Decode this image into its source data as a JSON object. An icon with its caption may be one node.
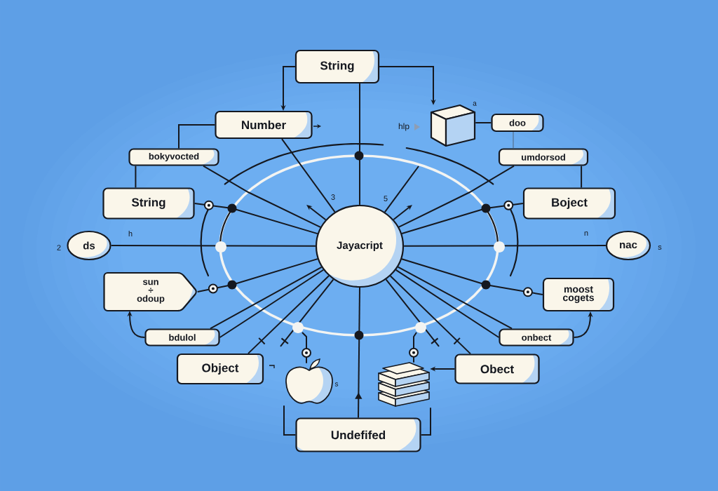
{
  "diagram": {
    "nodes": [
      {
        "text": [
          "String"
        ]
      },
      {
        "text": [
          "Number"
        ]
      },
      {
        "text": [],
        "shape": "cube"
      },
      {
        "text": [
          "doo"
        ]
      },
      {
        "text": [
          "bokyvocted"
        ]
      },
      {
        "text": [
          "umdorsod"
        ]
      },
      {
        "text": [
          "String"
        ]
      },
      {
        "text": [
          "Boject"
        ]
      },
      {
        "text": [
          "ds"
        ]
      },
      {
        "text": [
          "Jayacript"
        ]
      },
      {
        "text": [
          "nac"
        ]
      },
      {
        "text": [
          "sun ÷ odoup"
        ]
      },
      {
        "text": [
          "moost cogets"
        ]
      },
      {
        "text": [
          "bdulol"
        ]
      },
      {
        "text": [
          "onbect"
        ]
      },
      {
        "text": [
          "Object"
        ]
      },
      {
        "text": [],
        "shape": "picture"
      },
      {
        "text": [],
        "shape": "picture"
      },
      {
        "text": [
          "Obect"
        ]
      },
      {
        "text": [
          "Undefifed"
        ]
      }
    ],
    "edges": [
      {
        "from": 0,
        "to": 1,
        "arrow": "to"
      },
      {
        "from": 0,
        "to": 2,
        "arrow": "to"
      },
      {
        "from": 0,
        "to": 9,
        "arrow": "none"
      },
      {
        "from": 2,
        "to": 3,
        "arrow": "none"
      },
      {
        "from": 3,
        "to": 5,
        "arrow": "none",
        "color": "#55708f"
      },
      {
        "from": 1,
        "to": 4,
        "arrow": "none"
      },
      {
        "from": 4,
        "to": 6,
        "arrow": "none"
      },
      {
        "from": 5,
        "to": 7,
        "arrow": "none"
      },
      {
        "from": 1,
        "to": 9,
        "arrow": "none"
      },
      {
        "from": 4,
        "to": 9,
        "arrow": "none"
      },
      {
        "from": 5,
        "to": 9,
        "arrow": "none"
      },
      {
        "from": 9,
        "to": 6,
        "arrow": "none"
      },
      {
        "from": 9,
        "to": 7,
        "arrow": "none"
      },
      {
        "from": 8,
        "to": 9,
        "arrow": "none"
      },
      {
        "from": 9,
        "to": 10,
        "arrow": "none"
      },
      {
        "from": 9,
        "to": 11,
        "arrow": "none"
      },
      {
        "from": 9,
        "to": 12,
        "arrow": "none"
      },
      {
        "from": 13,
        "to": 11,
        "arrow": "to"
      },
      {
        "from": 14,
        "to": 12,
        "arrow": "to"
      },
      {
        "from": 13,
        "to": 9,
        "arrow": "none"
      },
      {
        "from": 13,
        "to": 9,
        "arrow": "none"
      },
      {
        "from": 14,
        "to": 9,
        "arrow": "none"
      },
      {
        "from": 14,
        "to": 9,
        "arrow": "none"
      },
      {
        "from": 15,
        "to": 9,
        "arrow": "none"
      },
      {
        "from": null,
        "to": 9,
        "arrow": "none"
      },
      {
        "from": 18,
        "to": 9,
        "arrow": "none"
      },
      {
        "from": null,
        "to": 9,
        "arrow": "none"
      },
      {
        "from": 16,
        "to": null,
        "arrow": "none"
      },
      {
        "from": 17,
        "to": null,
        "arrow": "none"
      },
      {
        "from": 19,
        "to": 9,
        "arrow": "to"
      },
      {
        "from": 19,
        "to": 16,
        "arrow": "none"
      },
      {
        "from": 19,
        "to": 17,
        "arrow": "none"
      },
      {
        "from": 18,
        "to": 17,
        "arrow": "to"
      },
      {
        "from": 9,
        "to": null,
        "arrow": "to"
      },
      {
        "from": 9,
        "to": null,
        "arrow": "to"
      },
      {
        "from": 9,
        "to": null,
        "arrow": "none"
      }
    ],
    "labels": [
      "a",
      "hlp",
      "3",
      "5",
      "h",
      "n",
      "2",
      "s",
      "s"
    ]
  }
}
